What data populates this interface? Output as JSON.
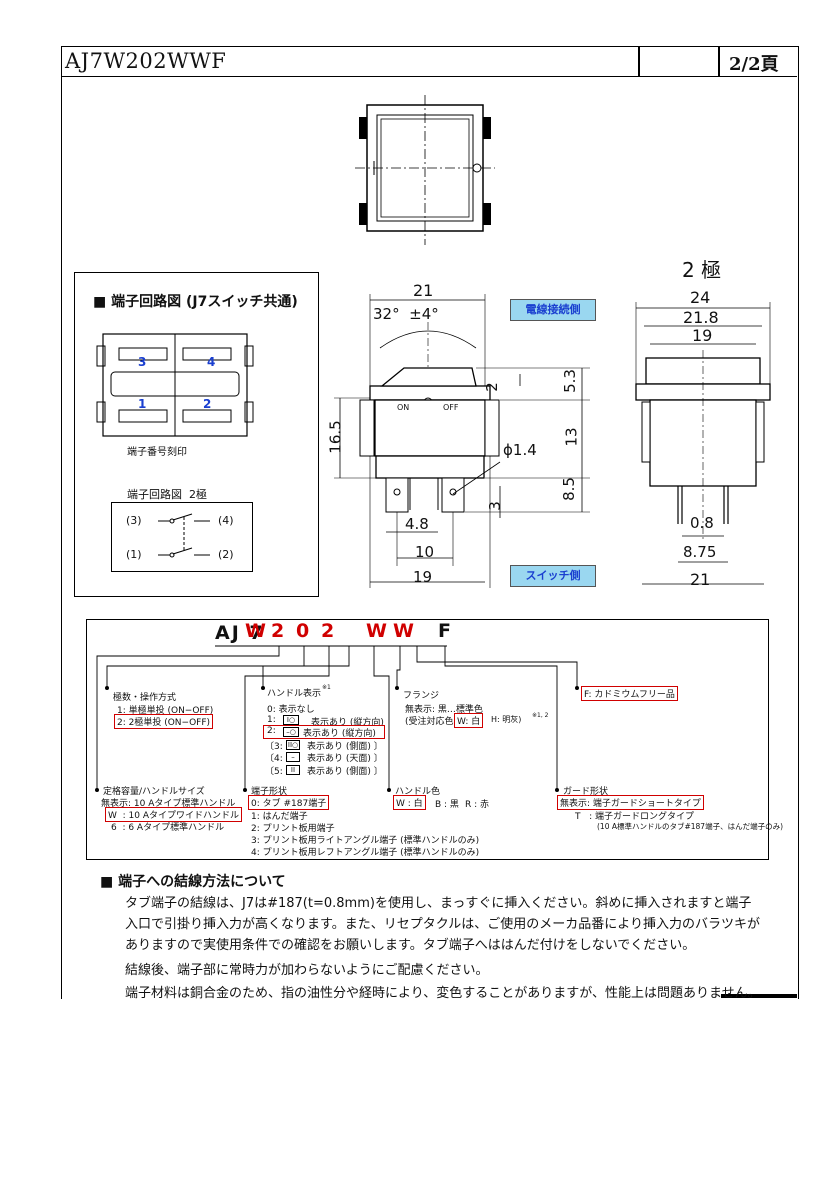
{
  "header": {
    "model": "AJ7W202WWF",
    "page": "2/2頁"
  },
  "drawing": {
    "poles": "2 極",
    "side_label_wire": "電線接続側",
    "side_label_switch": "スイッチ側",
    "dims": {
      "d21_top": "21",
      "angle": "32°  ±4°",
      "d2": "2",
      "d5_3": "5.3",
      "d13": "13",
      "d16_5": "16.5",
      "phi": "ϕ1.4",
      "d8_5": "8.5",
      "d3": "3",
      "d4_8": "4.8",
      "d10": "10",
      "d19": "19",
      "d24": "24",
      "d21_8": "21.8",
      "d19_right": "19",
      "d0_8": "0.8",
      "d8_75": "8.75",
      "d21_bottom": "21"
    },
    "on": "ON",
    "off": "OFF"
  },
  "circuit": {
    "title": "■ 端子回路図 (J7スイッチ共通)",
    "terminal_numbers": [
      "3",
      "4",
      "1",
      "2"
    ],
    "marking_label": "端子番号刻印",
    "diagram_title": "端子回路図  2極",
    "labels": [
      "(3)",
      "(4)",
      "(1)",
      "(2)"
    ]
  },
  "code": {
    "prefix": "AJ 7",
    "chars": [
      "W",
      "2",
      "0",
      "2",
      "W",
      "W",
      "F"
    ],
    "poles_title": "極数・操作方式",
    "poles_items": [
      "1: 単極単投 (ON−OFF)",
      "2: 2極単投 (ON−OFF)"
    ],
    "handle_disp_title": "ハンドル表示",
    "handle_disp_note": "※1",
    "handle_disp_items": [
      "0: 表示なし",
      "1:",
      "表示あり (縦方向)",
      "2:",
      "表示あり (縦方向)",
      "〔3:",
      "表示あり (側面) 〕",
      "〔4:",
      "表示あり (天面) 〕",
      "〔5:",
      "表示あり (側面) 〕"
    ],
    "flange_title": "フランジ",
    "flange_line1": "無表示: 黒…標準色",
    "flange_line2_a": "(受注対応色",
    "flange_line2_b": "W: 白",
    "flange_line2_c": "H: 明灰)",
    "flange_note": "※1, 2",
    "cadmium": "F: カドミウムフリー品",
    "rating_title": "定格容量/ハンドルサイズ",
    "rating_items": [
      "無表示: 10 Aタイプ標準ハンドル",
      "W  : 10 Aタイプワイドハンドル",
      "6  : 6 Aタイプ標準ハンドル"
    ],
    "terminal_title": "端子形状",
    "terminal_items": [
      "0: タブ #187端子",
      "1: はんだ端子",
      "2: プリント板用端子",
      "3: プリント板用ライトアングル端子 (標準ハンドルのみ)",
      "4: プリント板用レフトアングル端子 (標準ハンドルのみ)"
    ],
    "handle_color_title": "ハンドル色",
    "handle_color_items": [
      "W : 白",
      "B : 黒",
      "R : 赤"
    ],
    "guard_title": "ガード形状",
    "guard_items": [
      "無表示: 端子ガードショートタイプ",
      "T   : 端子ガードロングタイプ",
      "(10 A標準ハンドルのタブ#187端子、はんだ端子のみ)"
    ]
  },
  "notes": {
    "title": "■ 端子への結線方法について",
    "paragraphs": [
      "タブ端子の結線は、J7は#187(t=0.8mm)を使用し、まっすぐに挿入ください。斜めに挿入されますと端子",
      "入口で引掛り挿入力が高くなります。また、リセプタクルは、ご使用のメーカ品番により挿入力のバラツキが",
      "ありますので実使用条件での確認をお願いします。タブ端子へははんだ付けをしないでください。",
      "結線後、端子部に常時力が加わらないようにご配慮ください。",
      "端子材料は銅合金のため、指の油性分や経時により、変色することがありますが、性能上は問題ありません。"
    ]
  },
  "colors": {
    "red": "#d00000",
    "blue": "#1a3fd0",
    "label_bg": "#9ad7f0"
  }
}
